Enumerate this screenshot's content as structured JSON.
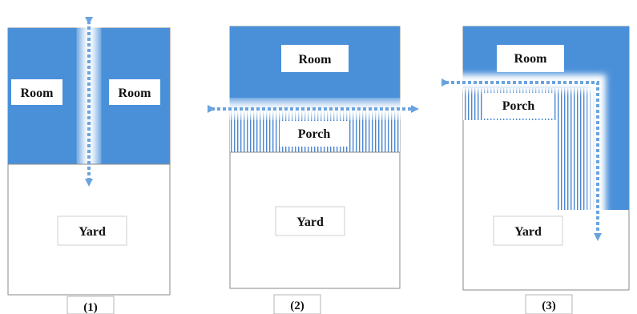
{
  "colors": {
    "room_blue": "#4a90d9",
    "room_blue_soft": "#78a9df",
    "porch_stripe": "#4a86cf",
    "glow": "#ffffff",
    "arrow": "#6aa3df",
    "border": "#8a8a8a"
  },
  "panels": [
    {
      "caption": "(1)",
      "labels": {
        "room_left": "Room",
        "room_right": "Room",
        "yard": "Yard"
      },
      "arrow": "vertical-both"
    },
    {
      "caption": "(2)",
      "labels": {
        "room": "Room",
        "porch": "Porch",
        "yard": "Yard"
      },
      "arrow": "horizontal-both"
    },
    {
      "caption": "(3)",
      "labels": {
        "room": "Room",
        "porch": "Porch",
        "yard": "Yard"
      },
      "arrow": "l-shaped-left-and-down"
    }
  ]
}
